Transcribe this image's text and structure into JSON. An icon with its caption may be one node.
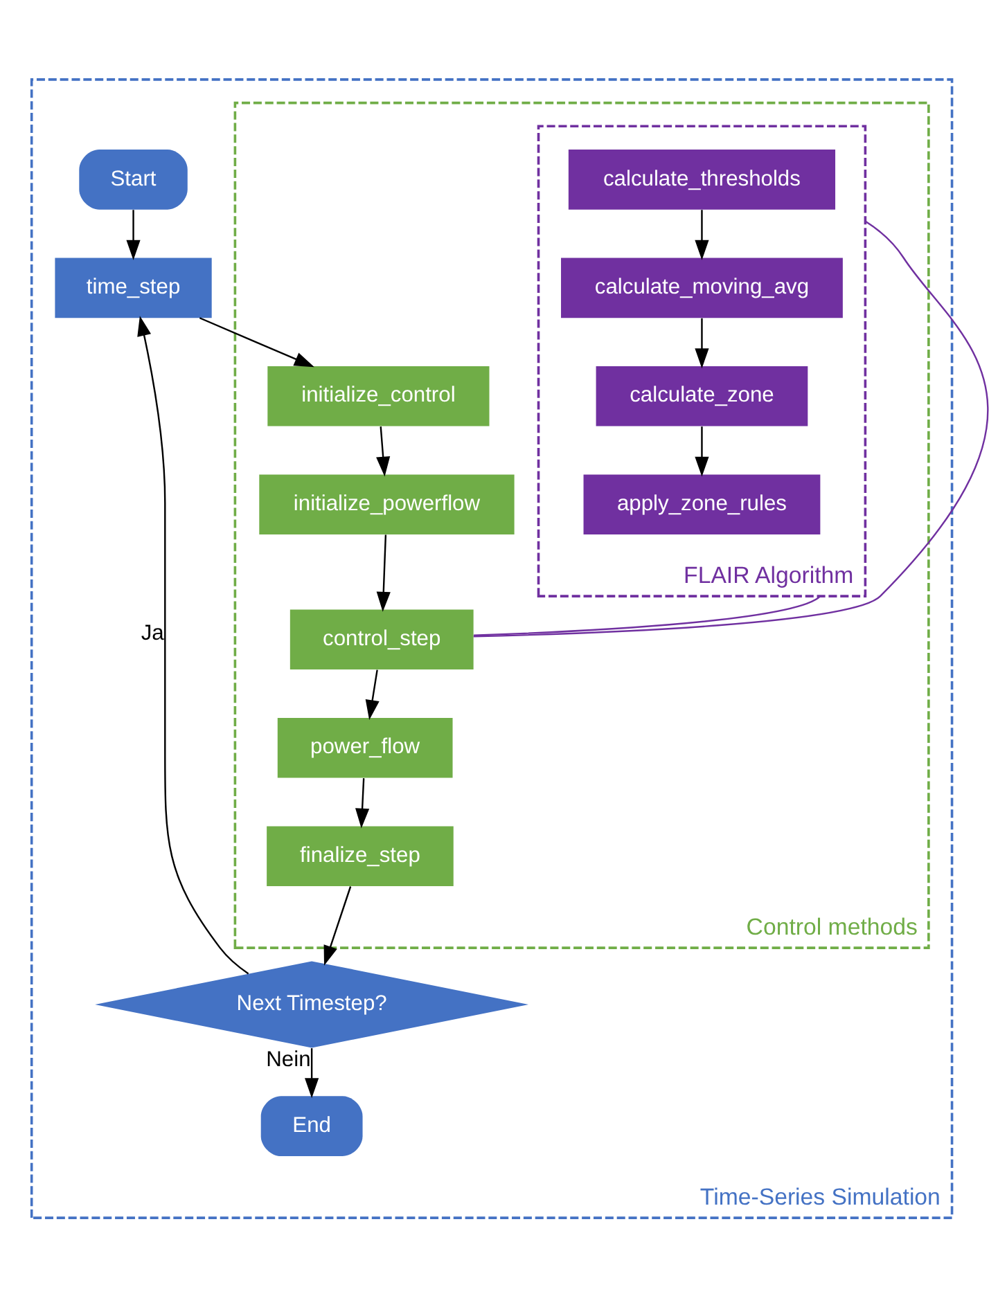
{
  "diagram": {
    "nodes": [
      {
        "text": [
          "Time-Series Simulation"
        ]
      },
      {
        "text": [
          "Start"
        ],
        "in": 0
      },
      {
        "text": [
          "time_step"
        ],
        "in": 0
      },
      {
        "text": [
          "Control methods"
        ],
        "in": 0
      },
      {
        "text": [
          "initialize_control"
        ],
        "in": 3
      },
      {
        "text": [
          "initialize_powerflow"
        ],
        "in": 3
      },
      {
        "text": [
          "control_step"
        ],
        "in": 3
      },
      {
        "text": [
          "power_flow"
        ],
        "in": 3
      },
      {
        "text": [
          "finalize_step"
        ],
        "in": 3
      },
      {
        "text": [
          "FLAIR Algorithm"
        ],
        "in": 3
      },
      {
        "text": [
          "calculate_thresholds"
        ],
        "in": 9
      },
      {
        "text": [
          "calculate_moving_avg"
        ],
        "in": 9
      },
      {
        "text": [
          "calculate_zone"
        ],
        "in": 9
      },
      {
        "text": [
          "apply_zone_rules"
        ],
        "in": 9
      },
      {
        "text": [
          "Next Timestep?"
        ],
        "in": 0
      },
      {
        "text": [
          "End"
        ],
        "in": 0
      }
    ],
    "edges": [
      {
        "from": 1,
        "to": 2,
        "arrow": "to"
      },
      {
        "from": 2,
        "to": 4,
        "arrow": "to"
      },
      {
        "from": 4,
        "to": 5,
        "arrow": "to"
      },
      {
        "from": 5,
        "to": 6,
        "arrow": "to"
      },
      {
        "from": 6,
        "to": 7,
        "arrow": "to"
      },
      {
        "from": 7,
        "to": 8,
        "arrow": "to"
      },
      {
        "from": 8,
        "to": 14,
        "arrow": "to"
      },
      {
        "from": 14,
        "to": 15,
        "arrow": "to",
        "label": "Nein"
      },
      {
        "from": 14,
        "to": 2,
        "arrow": "to",
        "label": "Ja"
      },
      {
        "from": 10,
        "to": 11,
        "arrow": "to"
      },
      {
        "from": 11,
        "to": 12,
        "arrow": "to"
      },
      {
        "from": 12,
        "to": 13,
        "arrow": "to"
      },
      {
        "from": 6,
        "to": 9,
        "arrow": "none",
        "color": "#7030a0"
      },
      {
        "from": 6,
        "to": 9,
        "arrow": "none",
        "color": "#7030a0"
      }
    ]
  }
}
